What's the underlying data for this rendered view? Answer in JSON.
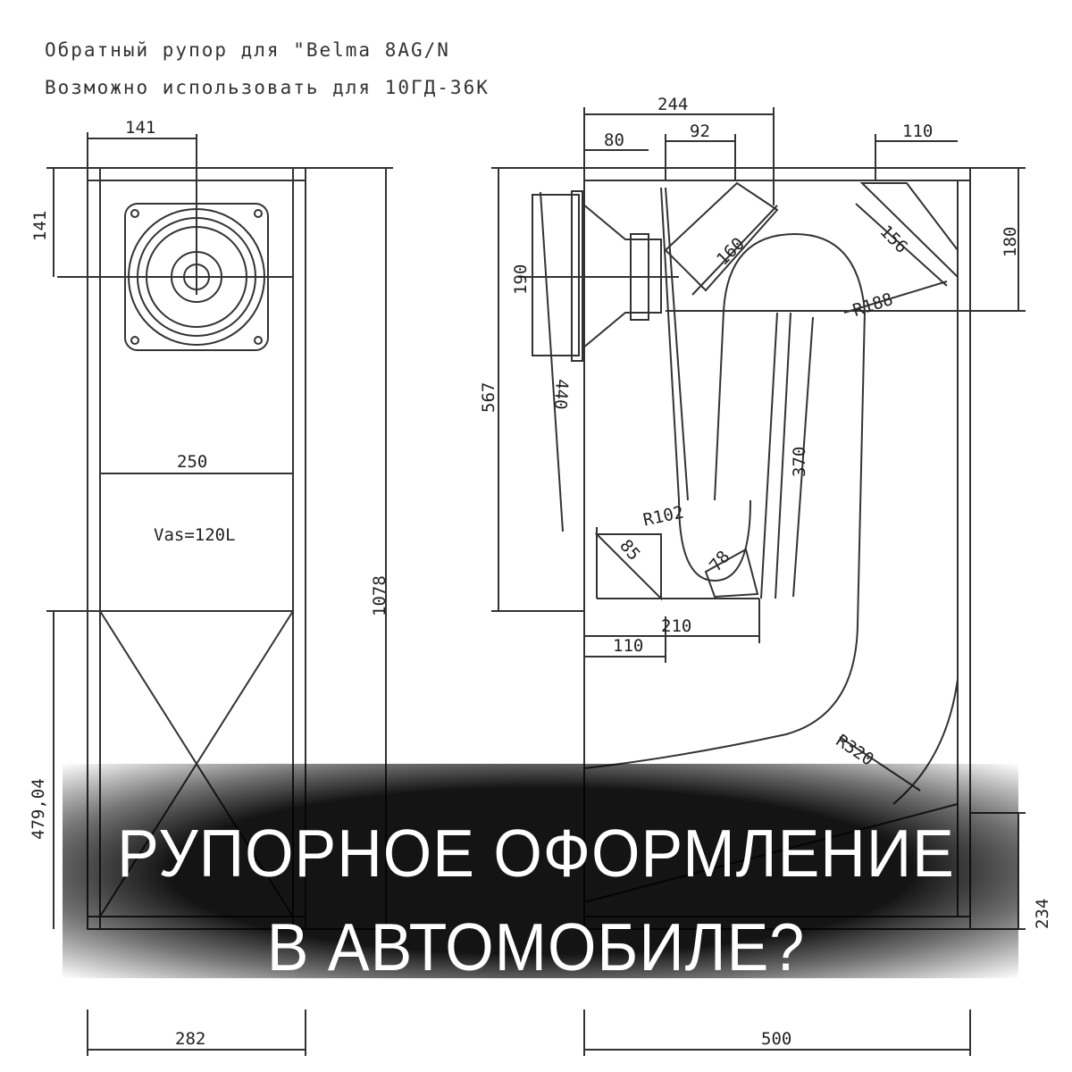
{
  "drawing": {
    "title_line_1": "Обратный рупор для \"Belma 8AG/N",
    "title_line_2": "Возможно использовать для 10ГД-36К",
    "front_view": {
      "width_speaker": "141",
      "height_speaker": "141",
      "inner_width": "250",
      "vas_label": "Vas=120L",
      "total_height": "1078",
      "lower_height": "479,04",
      "outer_width": "282"
    },
    "side_view": {
      "top_width": "244",
      "dim_80": "80",
      "dim_92": "92",
      "dim_110_top": "110",
      "dim_180": "180",
      "dim_190": "190",
      "dim_160": "160",
      "dim_156": "156",
      "radius_188": "R188",
      "dim_567": "567",
      "dim_440": "440",
      "dim_370": "370",
      "radius_102": "R102",
      "dim_85": "85",
      "dim_78": "78",
      "dim_210": "210",
      "dim_110_bottom": "110",
      "radius_320": "R320",
      "dim_234": "234",
      "bottom_width": "500"
    }
  },
  "headline": {
    "line_1": "РУПОРНОЕ ОФОРМЛЕНИЕ",
    "line_2": "В АВТОМОБИЛЕ?"
  }
}
